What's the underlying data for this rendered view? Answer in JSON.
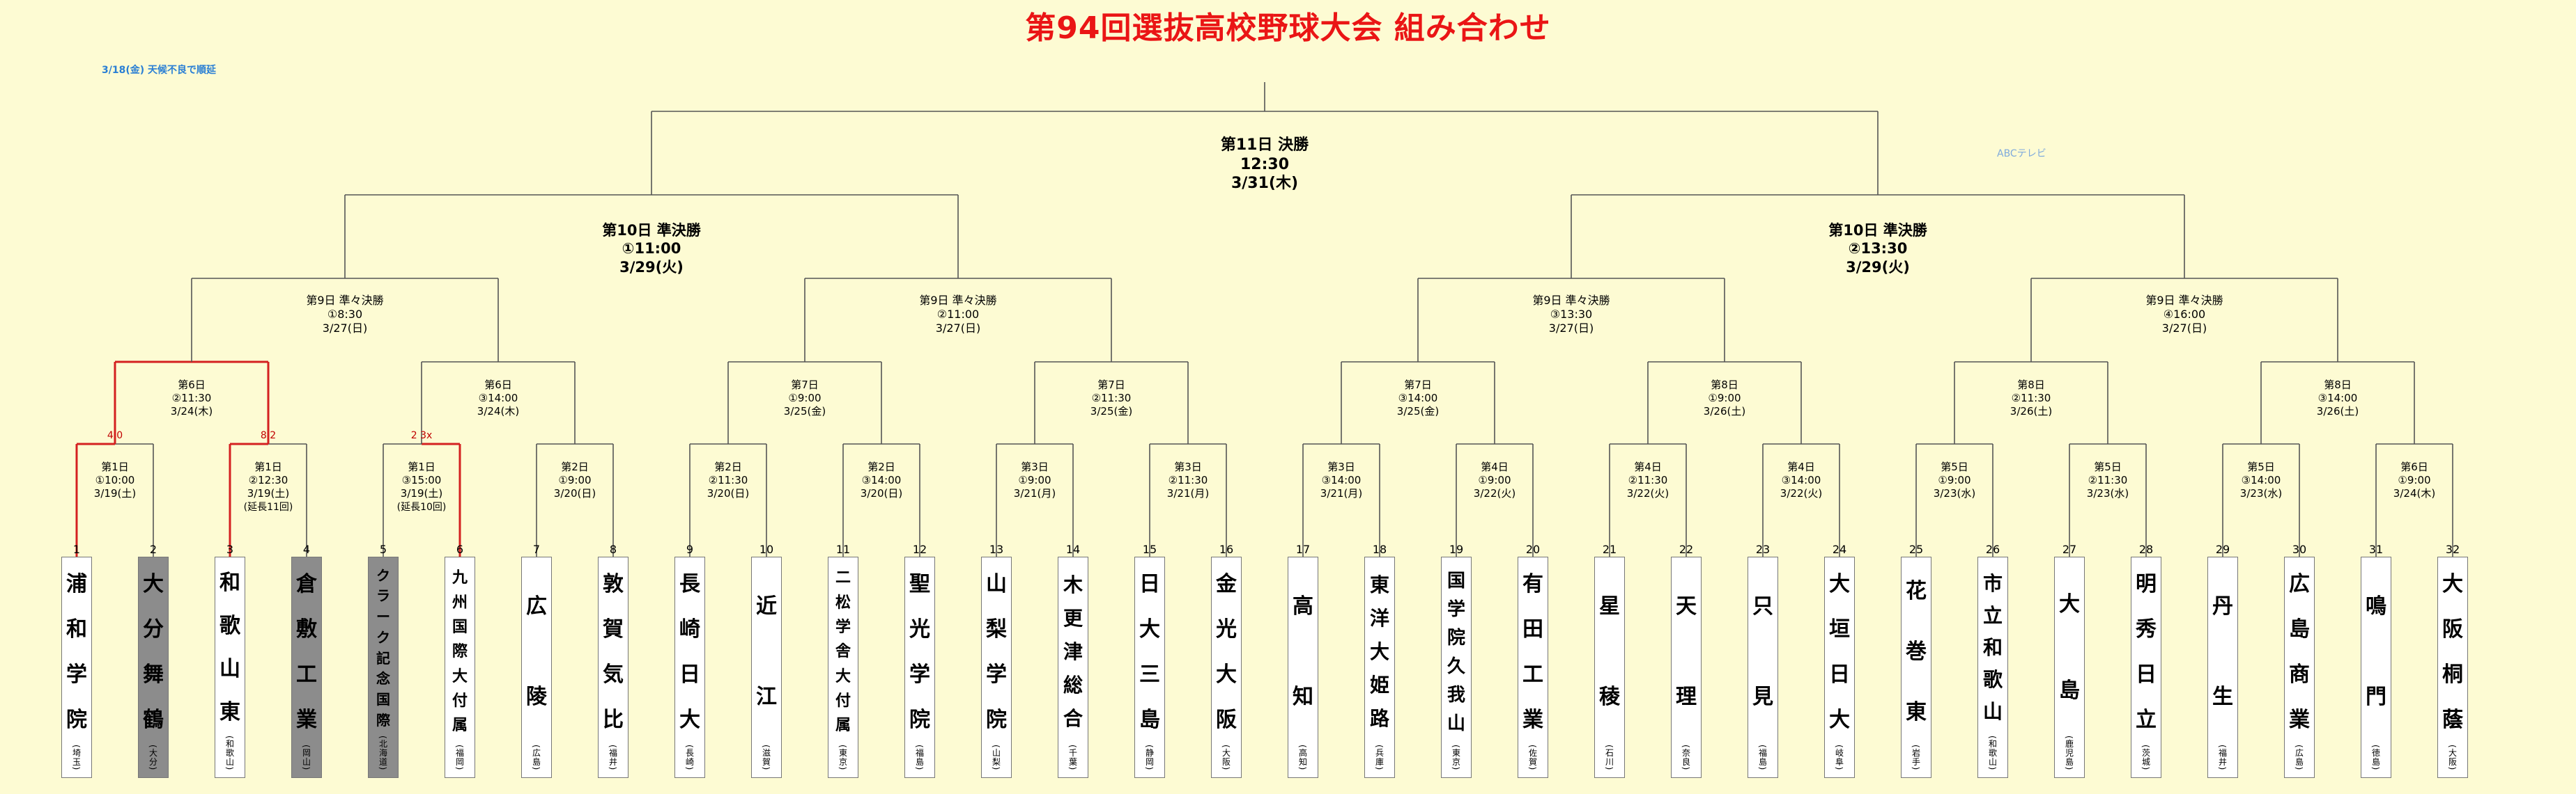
{
  "title": "第94回選抜高校野球大会 組み合わせ",
  "weather_note": "3/18(金) 天候不良で順延",
  "tv_note": "ABCテレビ",
  "colors": {
    "line": "#555555",
    "win": "#d42020",
    "grey_team": "#8c8c8c"
  },
  "final": {
    "line1": "第11日 決勝",
    "line2": "12:30",
    "line3": "3/31(木)"
  },
  "semis": [
    {
      "line1": "第10日 準決勝",
      "line2": "①11:00",
      "line3": "3/29(火)"
    },
    {
      "line1": "第10日 準決勝",
      "line2": "②13:30",
      "line3": "3/29(火)"
    }
  ],
  "quarters": [
    {
      "line1": "第9日 準々決勝",
      "line2": "①8:30",
      "line3": "3/27(日)"
    },
    {
      "line1": "第9日 準々決勝",
      "line2": "②11:00",
      "line3": "3/27(日)"
    },
    {
      "line1": "第9日 準々決勝",
      "line2": "③13:30",
      "line3": "3/27(日)"
    },
    {
      "line1": "第9日 準々決勝",
      "line2": "④16:00",
      "line3": "3/27(日)"
    }
  ],
  "round2": [
    {
      "line1": "第6日",
      "line2": "②11:30",
      "line3": "3/24(木)"
    },
    {
      "line1": "第6日",
      "line2": "③14:00",
      "line3": "3/24(木)"
    },
    {
      "line1": "第7日",
      "line2": "①9:00",
      "line3": "3/25(金)"
    },
    {
      "line1": "第7日",
      "line2": "②11:30",
      "line3": "3/25(金)"
    },
    {
      "line1": "第7日",
      "line2": "③14:00",
      "line3": "3/25(金)"
    },
    {
      "line1": "第8日",
      "line2": "①9:00",
      "line3": "3/26(土)"
    },
    {
      "line1": "第8日",
      "line2": "②11:30",
      "line3": "3/26(土)"
    },
    {
      "line1": "第8日",
      "line2": "③14:00",
      "line3": "3/26(土)"
    }
  ],
  "round1": [
    {
      "line1": "第1日",
      "line2": "①10:00",
      "line3": "3/19(土)",
      "extra": ""
    },
    {
      "line1": "第1日",
      "line2": "②12:30",
      "line3": "3/19(土)",
      "extra": "(延長11回)"
    },
    {
      "line1": "第1日",
      "line2": "③15:00",
      "line3": "3/19(土)",
      "extra": "(延長10回)"
    },
    {
      "line1": "第2日",
      "line2": "①9:00",
      "line3": "3/20(日)",
      "extra": ""
    },
    {
      "line1": "第2日",
      "line2": "②11:30",
      "line3": "3/20(日)",
      "extra": ""
    },
    {
      "line1": "第2日",
      "line2": "③14:00",
      "line3": "3/20(日)",
      "extra": ""
    },
    {
      "line1": "第3日",
      "line2": "①9:00",
      "line3": "3/21(月)",
      "extra": ""
    },
    {
      "line1": "第3日",
      "line2": "②11:30",
      "line3": "3/21(月)",
      "extra": ""
    },
    {
      "line1": "第3日",
      "line2": "③14:00",
      "line3": "3/21(月)",
      "extra": ""
    },
    {
      "line1": "第4日",
      "line2": "①9:00",
      "line3": "3/22(火)",
      "extra": ""
    },
    {
      "line1": "第4日",
      "line2": "②11:30",
      "line3": "3/22(火)",
      "extra": ""
    },
    {
      "line1": "第4日",
      "line2": "③14:00",
      "line3": "3/22(火)",
      "extra": ""
    },
    {
      "line1": "第5日",
      "line2": "①9:00",
      "line3": "3/23(水)",
      "extra": ""
    },
    {
      "line1": "第5日",
      "line2": "②11:30",
      "line3": "3/23(水)",
      "extra": ""
    },
    {
      "line1": "第5日",
      "line2": "③14:00",
      "line3": "3/23(水)",
      "extra": ""
    },
    {
      "line1": "第6日",
      "line2": "①9:00",
      "line3": "3/24(木)",
      "extra": ""
    }
  ],
  "teams": [
    {
      "num": "1",
      "name": "浦和学院",
      "pref": "(埼玉)",
      "grey": false
    },
    {
      "num": "2",
      "name": "大分舞鶴",
      "pref": "(大分)",
      "grey": true
    },
    {
      "num": "3",
      "name": "和歌山東",
      "pref": "(和歌山)",
      "grey": false
    },
    {
      "num": "4",
      "name": "倉敷工業",
      "pref": "(岡山)",
      "grey": true
    },
    {
      "num": "5",
      "name": "クラーク記念国際",
      "pref": "(北海道)",
      "grey": true
    },
    {
      "num": "6",
      "name": "九州国際大付属",
      "pref": "(福岡)",
      "grey": false
    },
    {
      "num": "7",
      "name": "広陵",
      "pref": "(広島)",
      "grey": false
    },
    {
      "num": "8",
      "name": "敦賀気比",
      "pref": "(福井)",
      "grey": false
    },
    {
      "num": "9",
      "name": "長崎日大",
      "pref": "(長崎)",
      "grey": false
    },
    {
      "num": "10",
      "name": "近江",
      "pref": "(滋賀)",
      "grey": false
    },
    {
      "num": "11",
      "name": "二松学舎大付属",
      "pref": "(東京)",
      "grey": false
    },
    {
      "num": "12",
      "name": "聖光学院",
      "pref": "(福島)",
      "grey": false
    },
    {
      "num": "13",
      "name": "山梨学院",
      "pref": "(山梨)",
      "grey": false
    },
    {
      "num": "14",
      "name": "木更津総合",
      "pref": "(千葉)",
      "grey": false
    },
    {
      "num": "15",
      "name": "日大三島",
      "pref": "(静岡)",
      "grey": false
    },
    {
      "num": "16",
      "name": "金光大阪",
      "pref": "(大阪)",
      "grey": false
    },
    {
      "num": "17",
      "name": "高知",
      "pref": "(高知)",
      "grey": false
    },
    {
      "num": "18",
      "name": "東洋大姫路",
      "pref": "(兵庫)",
      "grey": false
    },
    {
      "num": "19",
      "name": "国学院久我山",
      "pref": "(東京)",
      "grey": false
    },
    {
      "num": "20",
      "name": "有田工業",
      "pref": "(佐賀)",
      "grey": false
    },
    {
      "num": "21",
      "name": "星稜",
      "pref": "(石川)",
      "grey": false
    },
    {
      "num": "22",
      "name": "天理",
      "pref": "(奈良)",
      "grey": false
    },
    {
      "num": "23",
      "name": "只見",
      "pref": "(福島)",
      "grey": false
    },
    {
      "num": "24",
      "name": "大垣日大",
      "pref": "(岐阜)",
      "grey": false
    },
    {
      "num": "25",
      "name": "花巻東",
      "pref": "(岩手)",
      "grey": false
    },
    {
      "num": "26",
      "name": "市立和歌山",
      "pref": "(和歌山)",
      "grey": false
    },
    {
      "num": "27",
      "name": "大島",
      "pref": "(鹿児島)",
      "grey": false
    },
    {
      "num": "28",
      "name": "明秀日立",
      "pref": "(茨城)",
      "grey": false
    },
    {
      "num": "29",
      "name": "丹生",
      "pref": "(福井)",
      "grey": false
    },
    {
      "num": "30",
      "name": "広島商業",
      "pref": "(広島)",
      "grey": false
    },
    {
      "num": "31",
      "name": "鳴門",
      "pref": "(徳島)",
      "grey": false
    },
    {
      "num": "32",
      "name": "大阪桐蔭",
      "pref": "(大阪)",
      "grey": false
    }
  ],
  "scores": [
    {
      "text": "4 0"
    },
    {
      "text": "8 2"
    },
    {
      "text": "2 3x"
    }
  ]
}
